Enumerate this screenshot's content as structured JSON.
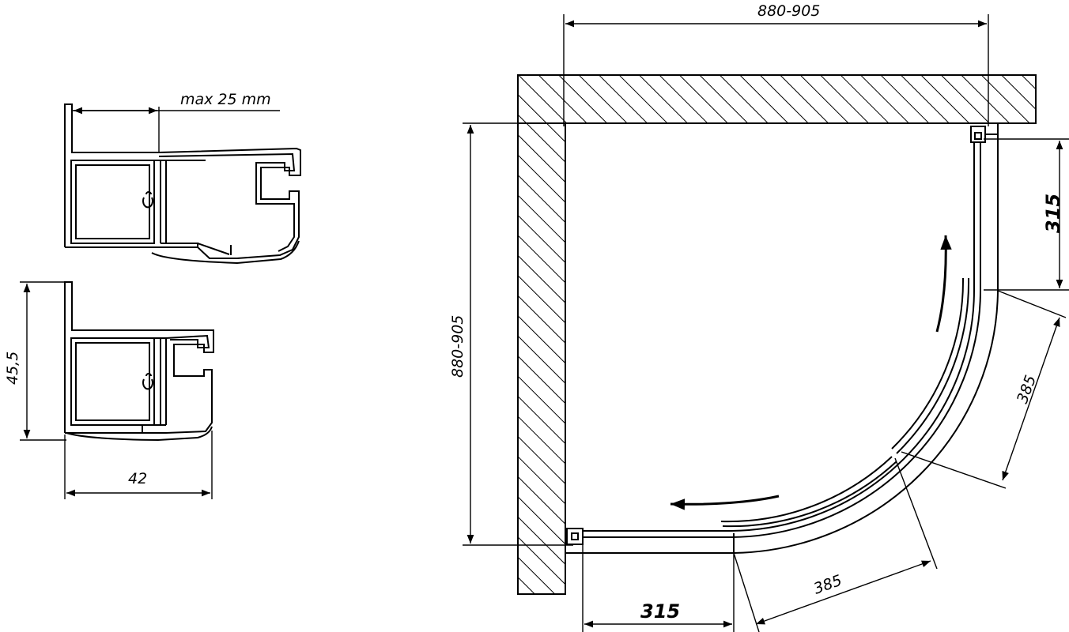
{
  "profile_top": {
    "label_max_gap": "max 25 mm"
  },
  "profile_bottom": {
    "label_height": "45,5",
    "label_width": "42"
  },
  "plan": {
    "label_top_width": "880-905",
    "label_left_depth": "880-905",
    "label_right_fixed": "315",
    "label_bottom_fixed": "315",
    "label_door_right": "385",
    "label_door_bottom": "385"
  }
}
